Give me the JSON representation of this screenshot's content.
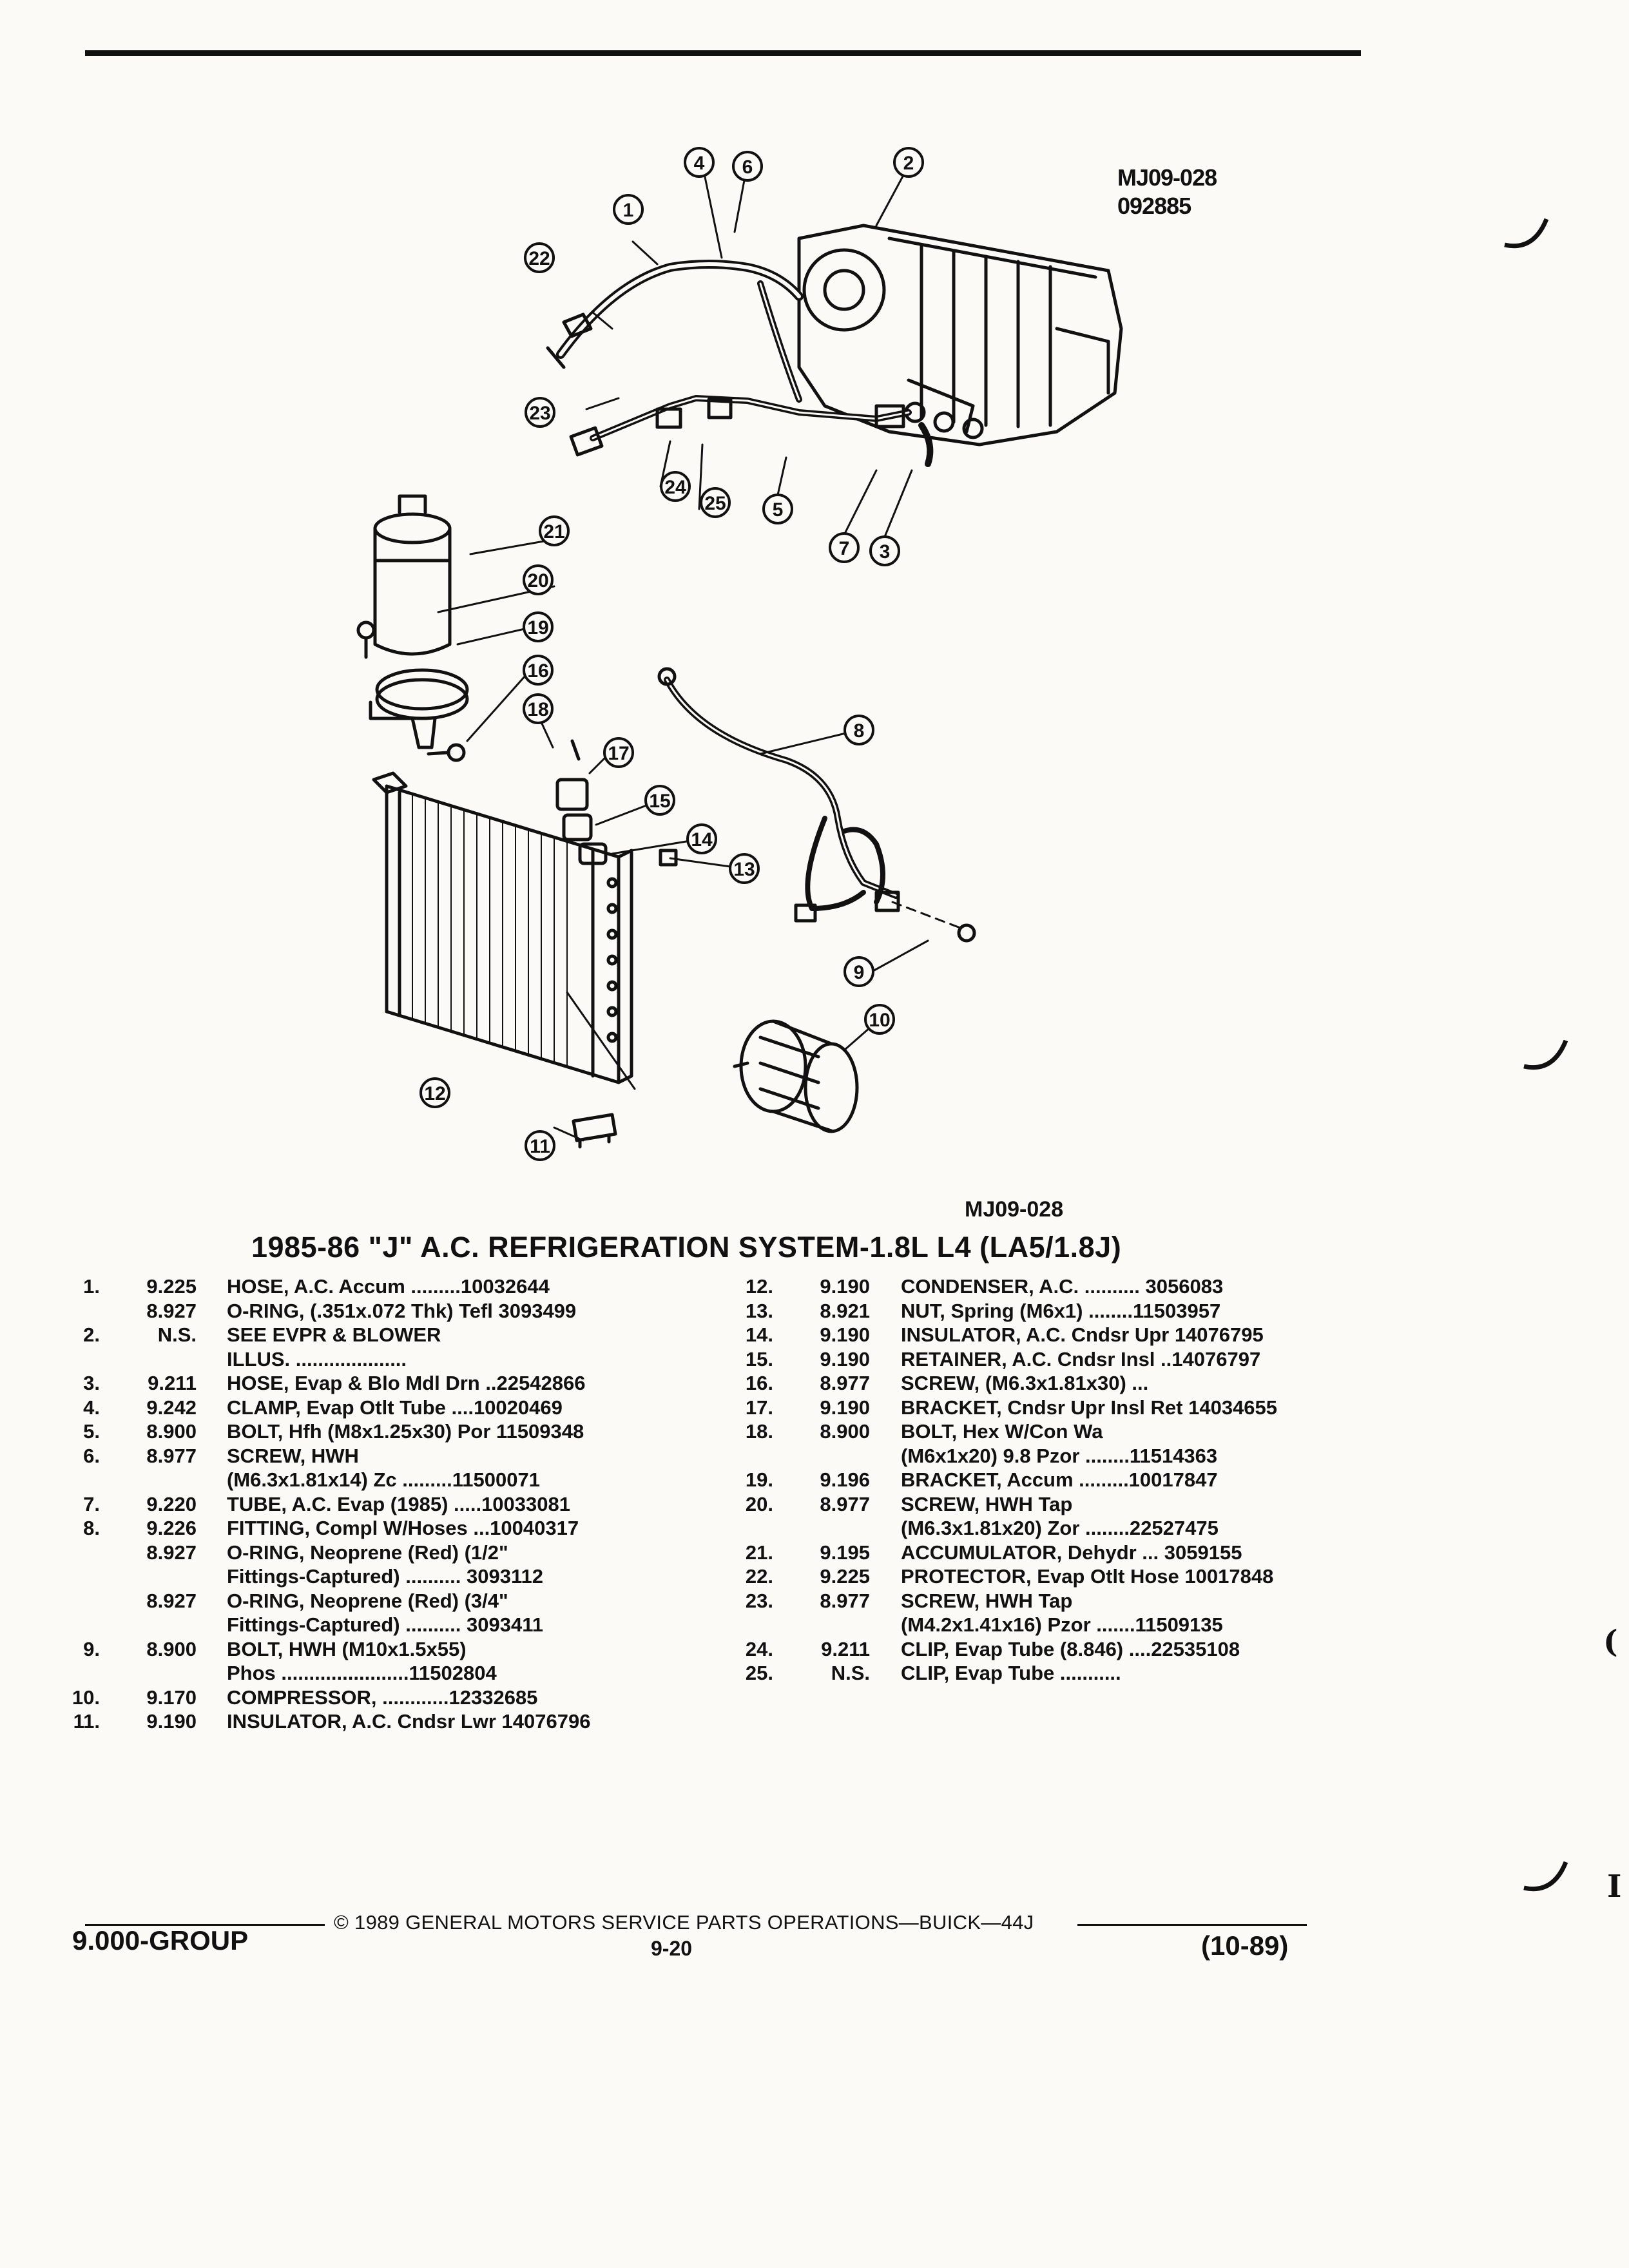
{
  "header": {
    "figure_code": "MJ09-028",
    "figure_date": "092885"
  },
  "diagram": {
    "caption_code": "MJ09-028",
    "callouts": [
      "1",
      "2",
      "3",
      "4",
      "5",
      "6",
      "7",
      "8",
      "9",
      "10",
      "11",
      "12",
      "13",
      "14",
      "15",
      "16",
      "17",
      "18",
      "19",
      "20",
      "21",
      "22",
      "23",
      "24",
      "25"
    ]
  },
  "section": {
    "title": "1985-86 \"J\" A.C. REFRIGERATION SYSTEM-1.8L L4 (LA5/1.8J)"
  },
  "parts_left": [
    {
      "num": "1.",
      "group": "9.225",
      "desc": "HOSE, A.C. Accum .........10032644"
    },
    {
      "num": "",
      "group": "8.927",
      "desc": "O-RING, (.351x.072 Thk) Tefl  3093499"
    },
    {
      "num": "2.",
      "group": "N.S.",
      "desc": "SEE EVPR & BLOWER"
    },
    {
      "num": "",
      "group": "",
      "desc": "ILLUS. ...................."
    },
    {
      "num": "3.",
      "group": "9.211",
      "desc": "HOSE, Evap & Blo Mdl Drn  ..22542866"
    },
    {
      "num": "4.",
      "group": "9.242",
      "desc": "CLAMP, Evap Otlt Tube  ....10020469"
    },
    {
      "num": "5.",
      "group": "8.900",
      "desc": "BOLT, Hfh (M8x1.25x30) Por  11509348"
    },
    {
      "num": "6.",
      "group": "8.977",
      "desc": "SCREW, HWH"
    },
    {
      "num": "",
      "group": "",
      "desc": "(M6.3x1.81x14) Zc .........11500071"
    },
    {
      "num": "7.",
      "group": "9.220",
      "desc": "TUBE, A.C. Evap (1985) .....10033081"
    },
    {
      "num": "8.",
      "group": "9.226",
      "desc": "FITTING, Compl W/Hoses ...10040317"
    },
    {
      "num": "",
      "group": "8.927",
      "desc": "O-RING, Neoprene (Red) (1/2\""
    },
    {
      "num": "",
      "group": "",
      "desc": "Fittings-Captured) ..........  3093112"
    },
    {
      "num": "",
      "group": "8.927",
      "desc": "O-RING, Neoprene (Red) (3/4\""
    },
    {
      "num": "",
      "group": "",
      "desc": "Fittings-Captured) ..........  3093411"
    },
    {
      "num": "9.",
      "group": "8.900",
      "desc": "BOLT, HWH (M10x1.5x55)"
    },
    {
      "num": "",
      "group": "",
      "desc": "Phos .......................11502804"
    },
    {
      "num": "10.",
      "group": "9.170",
      "desc": "COMPRESSOR, ............12332685"
    },
    {
      "num": "11.",
      "group": "9.190",
      "desc": "INSULATOR, A.C. Cndsr Lwr  14076796"
    }
  ],
  "parts_right": [
    {
      "num": "12.",
      "group": "9.190",
      "desc": "CONDENSER, A.C. ..........  3056083"
    },
    {
      "num": "13.",
      "group": "8.921",
      "desc": "NUT, Spring (M6x1) ........11503957"
    },
    {
      "num": "14.",
      "group": "9.190",
      "desc": "INSULATOR, A.C. Cndsr Upr  14076795"
    },
    {
      "num": "15.",
      "group": "9.190",
      "desc": "RETAINER, A.C. Cndsr Insl  ..14076797"
    },
    {
      "num": "16.",
      "group": "8.977",
      "desc": "SCREW, (M6.3x1.81x30)  ..."
    },
    {
      "num": "17.",
      "group": "9.190",
      "desc": "BRACKET, Cndsr Upr Insl Ret 14034655"
    },
    {
      "num": "18.",
      "group": "8.900",
      "desc": "BOLT, Hex W/Con Wa"
    },
    {
      "num": "",
      "group": "",
      "desc": "(M6x1x20) 9.8 Pzor  ........11514363"
    },
    {
      "num": "19.",
      "group": "9.196",
      "desc": "BRACKET, Accum  .........10017847"
    },
    {
      "num": "20.",
      "group": "8.977",
      "desc": "SCREW, HWH Tap"
    },
    {
      "num": "",
      "group": "",
      "desc": "(M6.3x1.81x20) Zor ........22527475"
    },
    {
      "num": "21.",
      "group": "9.195",
      "desc": "ACCUMULATOR, Dehydr  ...  3059155"
    },
    {
      "num": "22.",
      "group": "9.225",
      "desc": "PROTECTOR, Evap Otlt Hose  10017848"
    },
    {
      "num": "23.",
      "group": "8.977",
      "desc": "SCREW, HWH Tap"
    },
    {
      "num": "",
      "group": "",
      "desc": "(M4.2x1.41x16) Pzor  .......11509135"
    },
    {
      "num": "24.",
      "group": "9.211",
      "desc": "CLIP, Evap Tube (8.846)  ....22535108"
    },
    {
      "num": "25.",
      "group": "N.S.",
      "desc": "CLIP, Evap Tube  ..........."
    }
  ],
  "footer": {
    "copyright": "©  1989  GENERAL MOTORS SERVICE PARTS OPERATIONS—BUICK—44J",
    "group": "9.000-GROUP",
    "page": "9-20",
    "date": "(10-89)"
  },
  "margin_marks": {
    "char_1": "(",
    "char_2": "I"
  }
}
